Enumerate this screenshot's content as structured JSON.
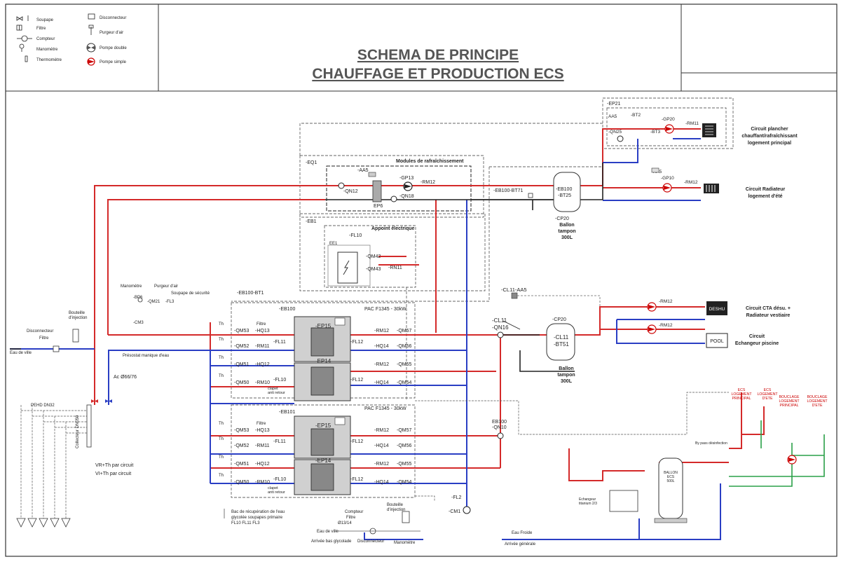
{
  "legend": {
    "soupape": "Soupape",
    "filtre": "Filtre",
    "compteur": "Compteur",
    "manometre": "Manomètre",
    "thermometre": "Thermomètre",
    "disconnecteur": "Disconnecteur",
    "purgeur": "Purgeur d'air",
    "pompe_double": "Pompe double",
    "pompe_simple": "Pompe simple"
  },
  "title": {
    "line1": "SCHEMA DE PRINCIPE",
    "line2": "CHAUFFAGE ET PRODUCTION ECS"
  },
  "groups": {
    "ep21": "-EP21",
    "eq1": "-EQ1",
    "modules": "Modules de rafraîchissement",
    "eb1": "-EB1",
    "appoint": "Appoint électrique",
    "ee1": "EE1",
    "eb100_bt1": "-EB100-BT1",
    "eb100": "-EB100",
    "eb101": "-EB101",
    "pac1": "PAC F1345 - 30kW",
    "pac2": "PAC F1345 - 30kW",
    "cl11_aa5": "-CL11-AA5"
  },
  "ep21": {
    "aa5": "AA5",
    "bt2": "-BT2",
    "gp20": "-GP20",
    "rm11": "-RM11",
    "qn25": "-QN25",
    "bt3": "-BT3",
    "aa5b": "AA5"
  },
  "circuits": {
    "plancher": [
      "Circuit plancher",
      "chauffant/rafraîchissant",
      "logement principal"
    ],
    "radiateur": [
      "Circuit Radiateur",
      "logement d'été"
    ],
    "cta": [
      "Circuit CTA désu. +",
      "Radiateur vestiaire"
    ],
    "piscine": [
      "Circuit",
      "Echangeur piscine"
    ]
  },
  "modules": {
    "aa5": "-AA5",
    "gp13": "-GP13",
    "rm12": "-RM12",
    "qn12": "-QN12",
    "qn18": "-QN18",
    "ep6": "EP6"
  },
  "radiateur_loop": {
    "gp10": "-GP10",
    "rm12": "-RM12"
  },
  "tank1": {
    "eb100": "-EB100",
    "bt25": "-BT25",
    "cp20": "-CP20",
    "label": [
      "Ballon",
      "tampon",
      "300L"
    ],
    "bt71": "-EB100-BT71"
  },
  "appoint_tags": {
    "fl10": "-FL10",
    "qm42": "-QM42",
    "qm43": "-QM43",
    "rn11": "-RN11"
  },
  "manifold_left": {
    "manometre": "Manomètre",
    "bp6": "-BP6",
    "qm21": "-QM21",
    "purgeur": "Purgeur d'air",
    "soupape": "Soupape de sécurité",
    "fl3": "-FL3",
    "cm3": "-CM3",
    "bouteille": [
      "Bouteille",
      "d'injection"
    ],
    "disconnecteur": "Disconnecteur",
    "filtre": "Filtre",
    "eau_de_ville": "Eau de ville",
    "pressostat": "Présostat manique d'eau",
    "ac": "Ac Ø66/76",
    "pehd": "PEHD DN32",
    "collecteur": "Collecteur DN050",
    "vr": "VR+Th par circuit",
    "vi": "VI+Th par circuit"
  },
  "pac": {
    "left_tags": [
      "-QM53",
      "-QM52",
      "-QM51",
      "-QM50"
    ],
    "mid_tags": [
      "-HQ13",
      "-RM11",
      "-HQ12",
      "-RM10"
    ],
    "fl_tags": [
      "-FL11",
      "-FL10"
    ],
    "ep_tags": [
      "-EP15",
      "-EP14"
    ],
    "fl12": "-FL12",
    "right_mid": [
      "-RM12",
      "-HQ14",
      "-RM12",
      "-HQ14"
    ],
    "right_tags": [
      "-QM57",
      "-QM56",
      "-QM55",
      "-QM54"
    ],
    "clapet": [
      "clapet",
      "anti retour"
    ],
    "filtre": "Filtre",
    "th": "Th"
  },
  "cl11": {
    "cl11": "-CL11",
    "qn16": "-QN16",
    "eb100_qn10": [
      "EB100",
      "-QN10"
    ]
  },
  "tank2": {
    "cp20": "-CP20",
    "cl11": "-CL11",
    "bt51": "-BT51",
    "label": [
      "Ballon",
      "tampon",
      "300L"
    ]
  },
  "cta_loop": {
    "rm12a": "-RM12",
    "rm12b": "-RM12",
    "deshu": "DESHU",
    "pool": "POOL"
  },
  "bottom": {
    "fl2": "-FL2",
    "cm1": "-CM1",
    "bac": [
      "Bac de récupération de l'eau",
      "glycolée soupapes primaire",
      "FL10 FL11 FL3"
    ],
    "compteur": "Compteur",
    "filtre": "Filtre",
    "eau_de_ville": "Eau de ville",
    "arrivee": "Arrivée bas glycolade",
    "disconnecteur": "Disconnecteur",
    "bouteille": [
      "Bouteille",
      "d'injection"
    ],
    "manometre": "Manomètre",
    "d13": "Ø13/14",
    "eau_froide": "Eau Froide",
    "arrivee2": "Arrivée générale"
  },
  "ecs": {
    "ecs1": [
      "ECS",
      "LOGEMENT",
      "PRINCIPAL"
    ],
    "ecs2": [
      "ECS",
      "LOGEMENT",
      "D'ETE"
    ],
    "boucl1": [
      "BOUCLAGE",
      "LOGEMENT",
      "PRINCIPAL"
    ],
    "boucl2": [
      "BOUCLAGE",
      "LOGEMENT",
      "D'ETE"
    ],
    "ballon": [
      "BALLON",
      "ECS",
      "500L"
    ],
    "echangeur": [
      "Echangeur",
      "titanium 2/3"
    ],
    "bypass": "By pass désinfection"
  }
}
